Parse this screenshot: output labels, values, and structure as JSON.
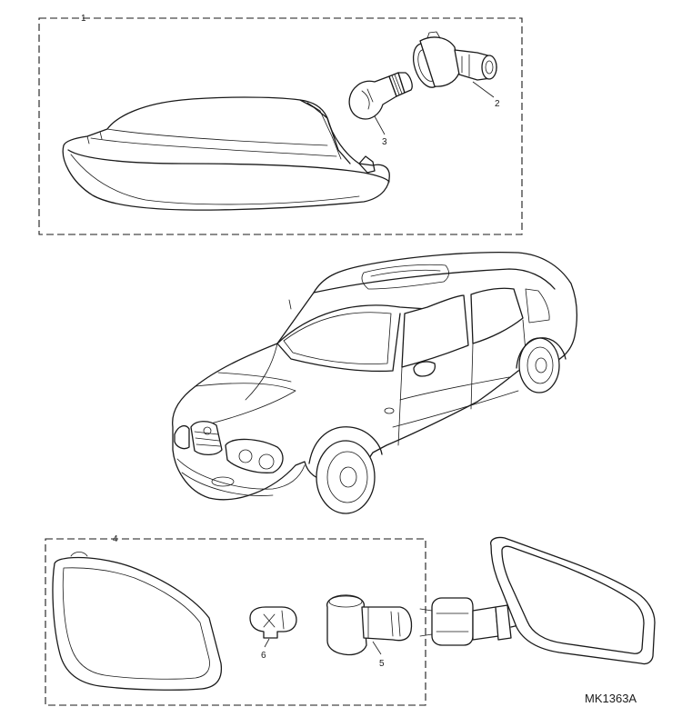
{
  "diagram": {
    "reference_code": "MK1363A",
    "callouts": {
      "c1": "1",
      "c2": "2",
      "c3": "3",
      "c4": "4",
      "c5": "5",
      "c6": "6"
    }
  }
}
